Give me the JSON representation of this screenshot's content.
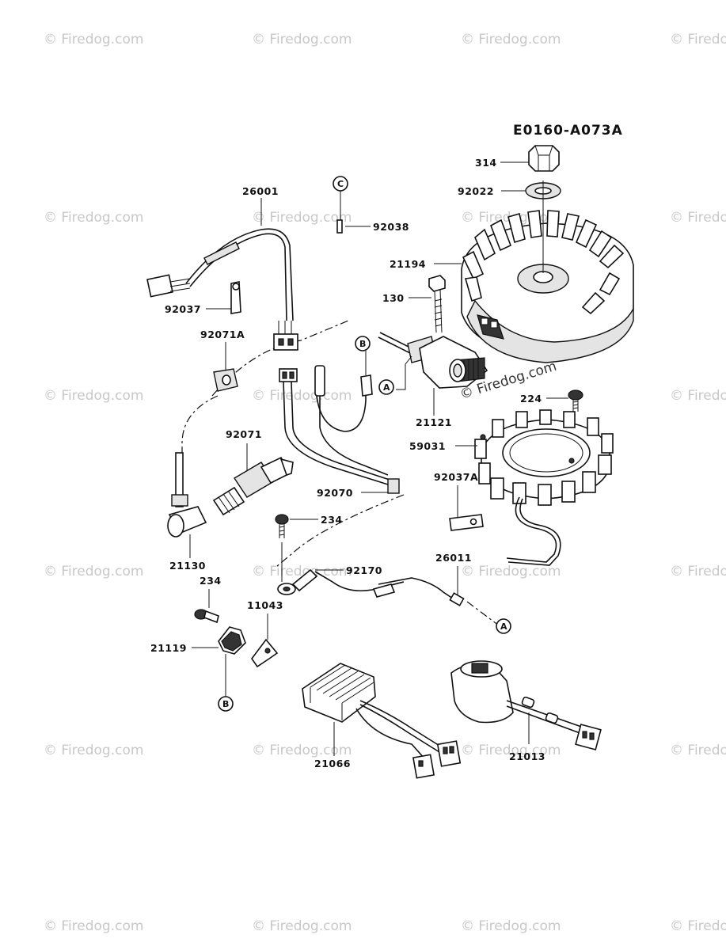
{
  "diagram": {
    "code": "E0160-A073A",
    "watermark": "© Firedog.com",
    "parts": [
      {
        "id": "p314",
        "label": "314"
      },
      {
        "id": "p92022",
        "label": "92022"
      },
      {
        "id": "p26001",
        "label": "26001"
      },
      {
        "id": "p92038",
        "label": "92038"
      },
      {
        "id": "p21194",
        "label": "21194"
      },
      {
        "id": "p130",
        "label": "130"
      },
      {
        "id": "p92037",
        "label": "92037"
      },
      {
        "id": "p92071A",
        "label": "92071A"
      },
      {
        "id": "p21121",
        "label": "21121"
      },
      {
        "id": "p224",
        "label": "224"
      },
      {
        "id": "p59031",
        "label": "59031"
      },
      {
        "id": "p92070",
        "label": "92070"
      },
      {
        "id": "p92071",
        "label": "92071"
      },
      {
        "id": "p92037A",
        "label": "92037A"
      },
      {
        "id": "p234a",
        "label": "234"
      },
      {
        "id": "p21130",
        "label": "21130"
      },
      {
        "id": "p92170",
        "label": "92170"
      },
      {
        "id": "p26011",
        "label": "26011"
      },
      {
        "id": "p234b",
        "label": "234"
      },
      {
        "id": "p11043",
        "label": "11043"
      },
      {
        "id": "p21119",
        "label": "21119"
      },
      {
        "id": "p21066",
        "label": "21066"
      },
      {
        "id": "p21013",
        "label": "21013"
      }
    ],
    "refs": {
      "A": "A",
      "B": "B",
      "C": "C"
    }
  }
}
